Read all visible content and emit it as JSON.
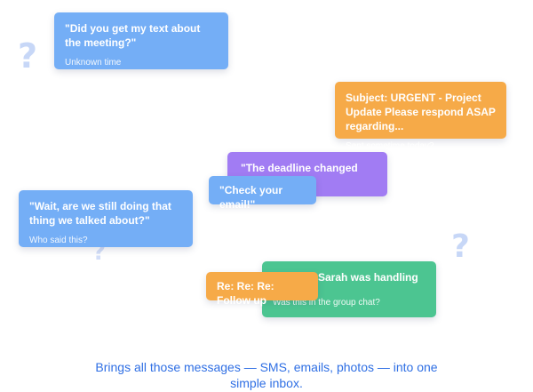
{
  "decorations": {
    "question_mark": "?"
  },
  "cards": {
    "blue1": {
      "message": "\"Did you get my text about the meeting?\"",
      "meta": "Unknown time"
    },
    "orange1": {
      "message": "Subject: URGENT - Project Update Please respond ASAP regarding...",
      "meta": "Sent sometime today?"
    },
    "purple": {
      "message": "\"The deadline changed again...\""
    },
    "blue2": {
      "message": "\"Check your email!\""
    },
    "blue3": {
      "message": "\"Wait, are we still doing that thing we talked about?\"",
      "meta": "Who said this?"
    },
    "green": {
      "message": "Sarah was handling",
      "meta": "Was this in the group chat?"
    },
    "orange2": {
      "message": "Re: Re: Re: Follow up"
    }
  },
  "caption": "Brings all those messages — SMS, emails, photos — into one simple inbox.",
  "colors": {
    "blue": "#74aef6",
    "orange": "#f6aa48",
    "purple": "#a17cf3",
    "green": "#4cc591",
    "caption": "#2f6fe4",
    "question_mark": "#c7d7f7"
  }
}
